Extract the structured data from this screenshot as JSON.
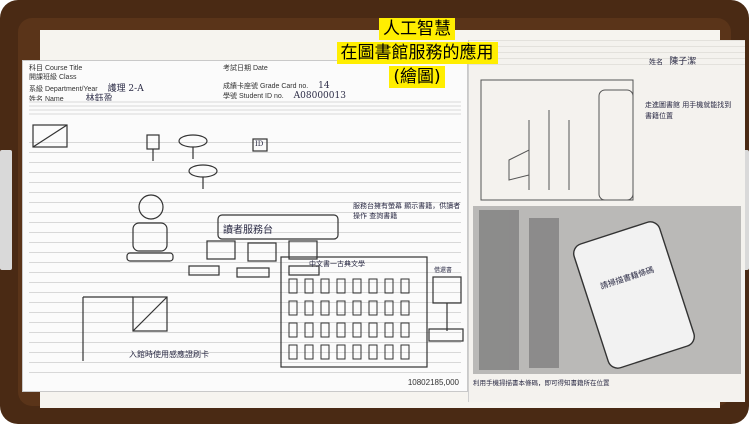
{
  "slide": {
    "title_lines": [
      "人工智慧",
      "在圖書館服務的應用",
      "(繪圖)"
    ],
    "colors": {
      "board": "#4a2a14",
      "highlight": "#ffee00"
    }
  },
  "left_sheet": {
    "header": {
      "course_label": "科目 Course Title",
      "course_label2": "開課班級 Class",
      "dept_label": "系級 Department/Year",
      "dept_value": "護理 2-A",
      "name_label": "姓名 Name",
      "name_value": "林鈺盈",
      "date_label": "考試日期 Date",
      "card_label": "成績卡座號 Grade Card no.",
      "card_value": "14",
      "student_label": "學號 Student ID no.",
      "student_value": "A08000013"
    },
    "drawing_labels": {
      "service_sign": "讀者服務台",
      "bookshelf_sign": "中文書一古典文學",
      "checkout_sign": "借還書",
      "annotation_right": "服務台擁有螢幕 顯示書籍，供讀者操作 查詢書籍",
      "annotation_bottom": "入館時使用感應證刷卡",
      "id_badge": "ID"
    },
    "footer_code": "10802185,000"
  },
  "right_sheet": {
    "name_label": "姓名",
    "name_value": "陳子潔",
    "caption_top": "走進圖書館 用手機就能找到書籍位置",
    "caption_bottom": "利用手機掃描書本條碼，即可得知書籍所在位置",
    "phone_text": "請掃描書籍條碼"
  },
  "icons": [
    "robot-icon",
    "kiosk-icon",
    "bookshelf-icon",
    "phone-icon"
  ]
}
